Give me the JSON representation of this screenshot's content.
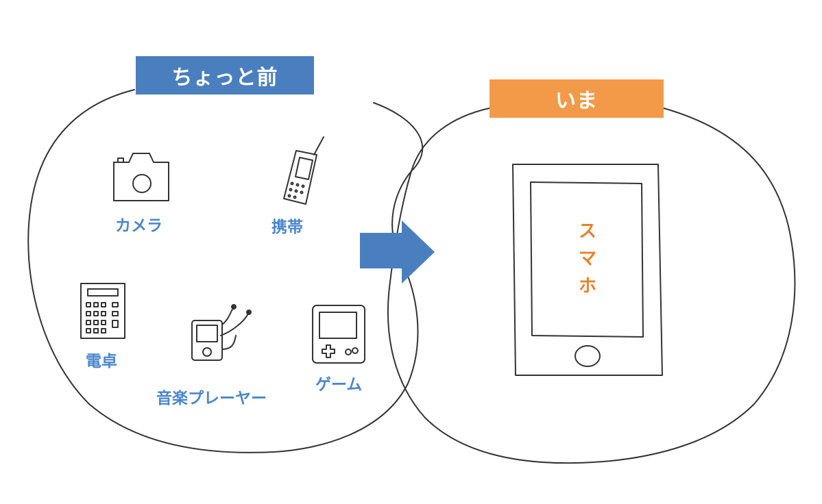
{
  "before": {
    "title": "ちょっと前",
    "items": [
      {
        "label": "カメラ",
        "icon": "camera-icon"
      },
      {
        "label": "携帯",
        "icon": "flip-phone-icon"
      },
      {
        "label": "電卓",
        "icon": "calculator-icon"
      },
      {
        "label": "音楽プレーヤー",
        "icon": "music-player-icon"
      },
      {
        "label": "ゲーム",
        "icon": "handheld-game-icon"
      }
    ]
  },
  "now": {
    "title": "いま",
    "device": {
      "label_chars": [
        "ス",
        "マ",
        "ホ"
      ],
      "icon": "smartphone-icon"
    }
  },
  "colors": {
    "before_accent": "#4a7fbf",
    "now_accent": "#f39a48",
    "before_label": "#4a86cf",
    "now_label": "#e8822e",
    "line": "#333333"
  }
}
